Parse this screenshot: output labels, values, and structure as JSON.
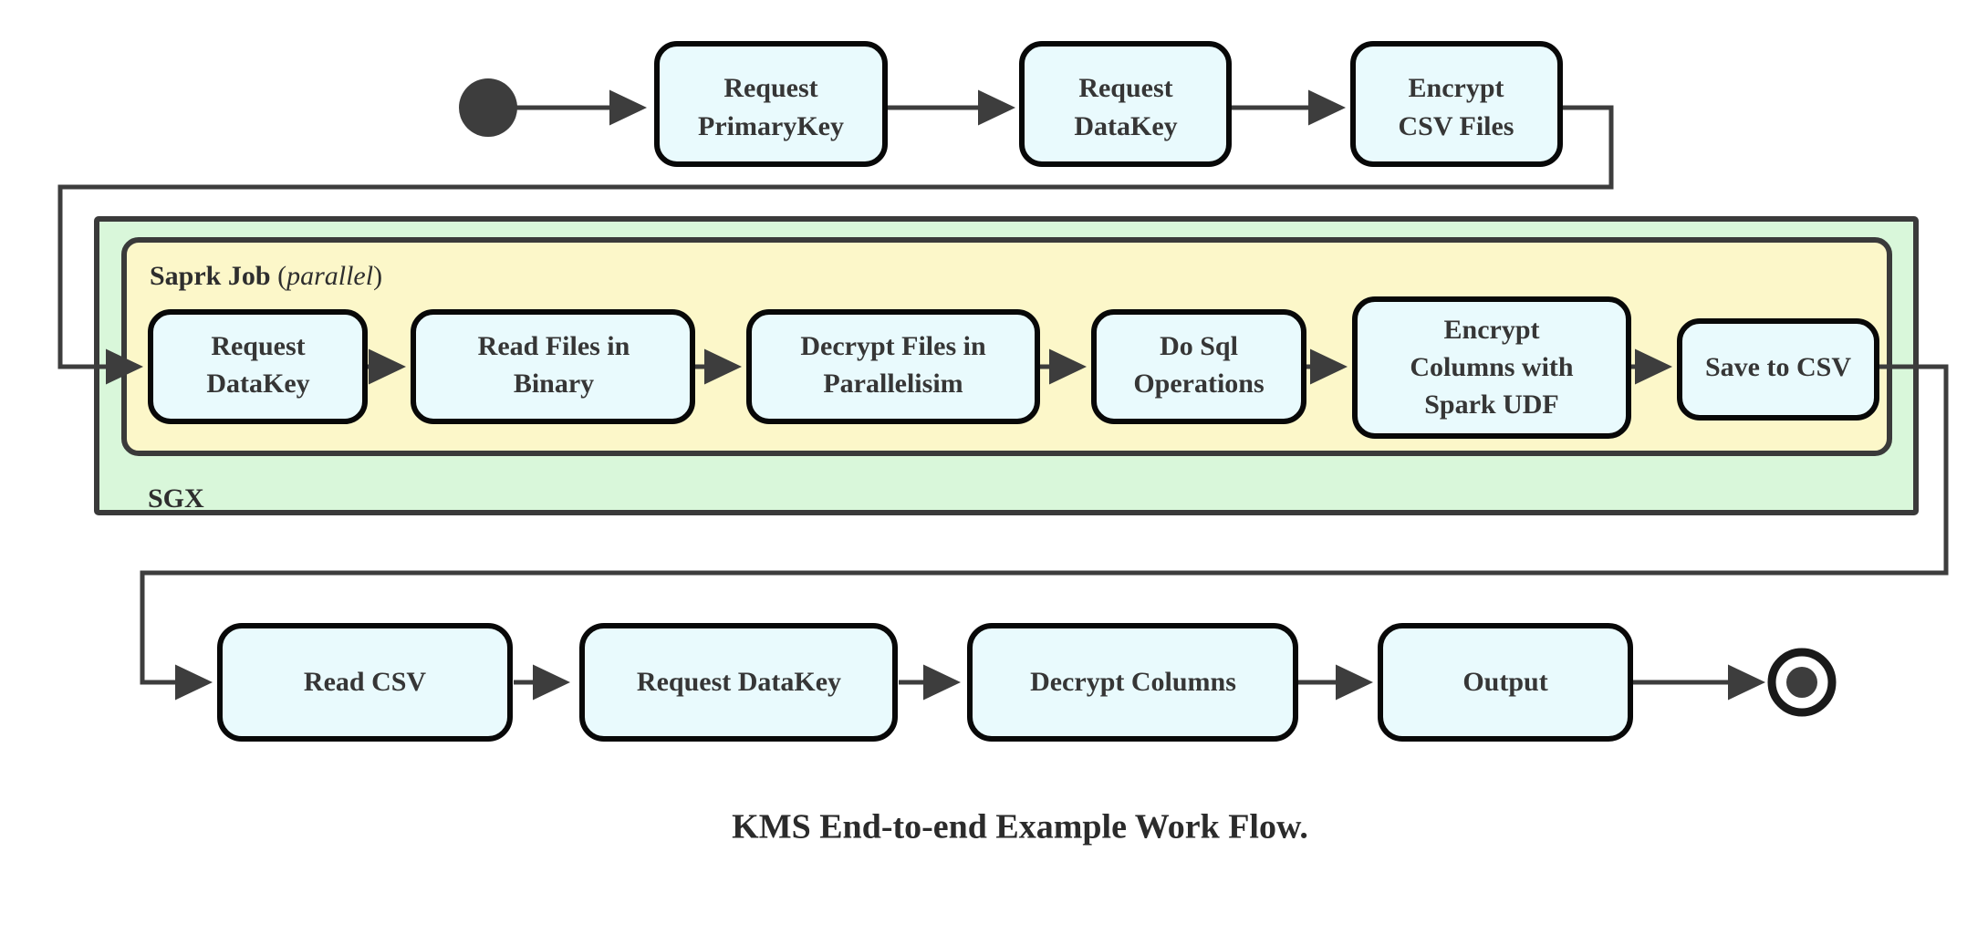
{
  "caption": "KMS End-to-end Example Work Flow.",
  "colors": {
    "node_fill": "#e9fafd",
    "node_stroke": "#080808",
    "sgx_fill": "#d9f7da",
    "spark_fill": "#fcf7c9",
    "group_stroke": "#3a3a3a",
    "edge_stroke": "#3d3d3d",
    "text": "#363636",
    "page_background": "#ffffff"
  },
  "markers": {
    "start_node": "start-node",
    "end_node": "end-node"
  },
  "groups": {
    "sgx": {
      "label": "SGX"
    },
    "spark": {
      "label_bold": "Saprk Job",
      "label_paren_open": "(",
      "label_italic": "parallel",
      "label_paren_close": ")"
    }
  },
  "top_row": [
    {
      "id": "request-primarykey",
      "line1": "Request",
      "line2": "PrimaryKey"
    },
    {
      "id": "request-datakey-top",
      "line1": "Request",
      "line2": "DataKey"
    },
    {
      "id": "encrypt-csv-files",
      "line1": "Encrypt",
      "line2": "CSV Files"
    }
  ],
  "spark_row": [
    {
      "id": "request-datakey-spark",
      "line1": "Request",
      "line2": "DataKey",
      "line3": ""
    },
    {
      "id": "read-files-in-binary",
      "line1": "Read Files in",
      "line2": "Binary",
      "line3": ""
    },
    {
      "id": "decrypt-files-in-parallelisim",
      "line1": "Decrypt Files in",
      "line2": "Parallelisim",
      "line3": ""
    },
    {
      "id": "do-sql-operations",
      "line1": "Do Sql",
      "line2": "Operations",
      "line3": ""
    },
    {
      "id": "encrypt-columns-with-spark-udf",
      "line1": "Encrypt",
      "line2": "Columns with",
      "line3": "Spark UDF"
    },
    {
      "id": "save-to-csv",
      "line1": "Save to CSV",
      "line2": "",
      "line3": ""
    }
  ],
  "bottom_row": [
    {
      "id": "read-csv",
      "line1": "Read CSV"
    },
    {
      "id": "request-datakey-bottom",
      "line1": "Request DataKey"
    },
    {
      "id": "decrypt-columns",
      "line1": "Decrypt Columns"
    },
    {
      "id": "output",
      "line1": "Output"
    }
  ],
  "chart_data": {
    "type": "table",
    "title": "KMS End-to-end Example Work Flow.",
    "nodes": [
      "start-node",
      "Request PrimaryKey",
      "Request DataKey",
      "Encrypt CSV Files",
      "Request DataKey",
      "Read Files in Binary",
      "Decrypt Files in Parallelisim",
      "Do Sql Operations",
      "Encrypt Columns with Spark UDF",
      "Save to CSV",
      "Read CSV",
      "Request DataKey",
      "Decrypt Columns",
      "Output",
      "end-node"
    ],
    "edges": [
      [
        "start-node",
        "Request PrimaryKey"
      ],
      [
        "Request PrimaryKey",
        "Request DataKey"
      ],
      [
        "Request DataKey",
        "Encrypt CSV Files"
      ],
      [
        "Encrypt CSV Files",
        "Request DataKey (Spark Job)"
      ],
      [
        "Request DataKey (Spark Job)",
        "Read Files in Binary"
      ],
      [
        "Read Files in Binary",
        "Decrypt Files in Parallelisim"
      ],
      [
        "Decrypt Files in Parallelisim",
        "Do Sql Operations"
      ],
      [
        "Do Sql Operations",
        "Encrypt Columns with Spark UDF"
      ],
      [
        "Encrypt Columns with Spark UDF",
        "Save to CSV"
      ],
      [
        "Save to CSV",
        "Read CSV"
      ],
      [
        "Read CSV",
        "Request DataKey"
      ],
      [
        "Request DataKey",
        "Decrypt Columns"
      ],
      [
        "Decrypt Columns",
        "Output"
      ],
      [
        "Output",
        "end-node"
      ]
    ],
    "containers": [
      {
        "label": "SGX",
        "contains": [
          "Saprk Job (parallel)"
        ]
      },
      {
        "label": "Saprk Job (parallel)",
        "contains": [
          "Request DataKey",
          "Read Files in Binary",
          "Decrypt Files in Parallelisim",
          "Do Sql Operations",
          "Encrypt Columns with Spark UDF",
          "Save to CSV"
        ]
      }
    ]
  }
}
